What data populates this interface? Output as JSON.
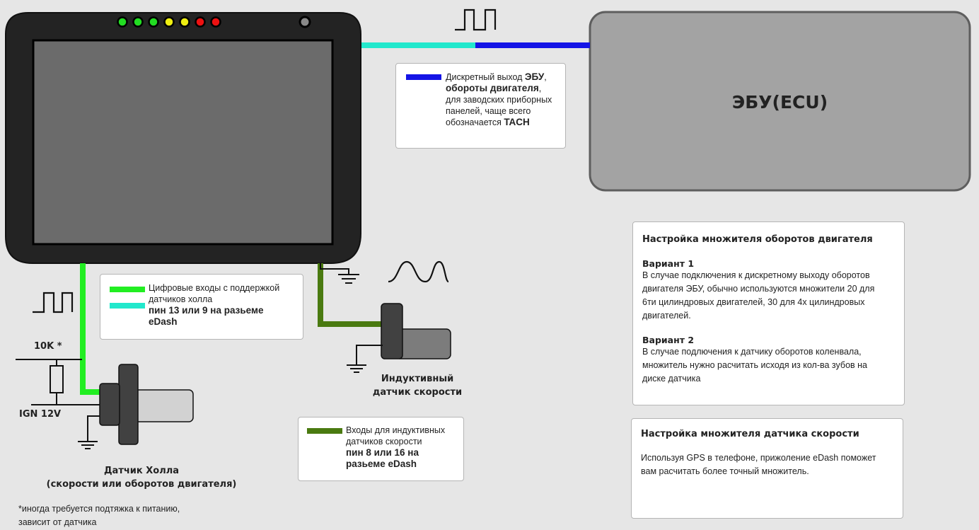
{
  "ecu": {
    "label": "ЭБУ(ECU)"
  },
  "colors": {
    "tach_blue": "#1414e6",
    "hall_green": "#22ee22",
    "hall_cyan": "#22e8cc",
    "inductive_green": "#4a7a10",
    "dash_body": "#232323",
    "ecu_fill": "#a3a3a3"
  },
  "dash_leds": [
    "#22dd22",
    "#22dd22",
    "#22dd22",
    "#eeee11",
    "#eeee11",
    "#ee1111",
    "#ee1111"
  ],
  "tach_legend": {
    "part1": "Дискретный выход ",
    "part2": "ЭБУ",
    "part3": ",",
    "part4": "обороты двигателя",
    "part5": ",",
    "part6": "для заводских приборных",
    "part7": "панелей, чаще всего",
    "part8": "обозначается ",
    "part9": "TACH"
  },
  "hall_legend": {
    "line1": "Цифровые входы с поддержкой",
    "line2": "датчиков холла",
    "line3": "пин 13 или 9 на разьеме",
    "line4": "eDash"
  },
  "inductive_legend": {
    "line1": "Входы для индуктивных",
    "line2": "датчиков скорости",
    "line3": "пин 8 или 16 на",
    "line4": "разьеме eDash"
  },
  "labels": {
    "resistor": "10K *",
    "ign": "IGN 12V",
    "inductive_sensor_1": "Индуктивный",
    "inductive_sensor_2": "датчик скорости",
    "hall_sensor_1": "Датчик Холла",
    "hall_sensor_2": "(скорости или оборотов двигателя)",
    "footnote_1": "*иногда требуется подтяжка к питанию,",
    "footnote_2": "зависит от датчика"
  },
  "rpm_note": {
    "title": "Настройка множителя оборотов двигателя",
    "v1_title": "Вариант 1",
    "v1_l1": "В случае подключения к дискретному выходу оборотов",
    "v1_l2": "двигателя ЭБУ, обычно используются множители 20 для",
    "v1_l3": "6ти цилиндровых двигателей, 30 для 4х цилиндровых",
    "v1_l4": "двигателей.",
    "v2_title": "Вариант 2",
    "v2_l1": "В случае подлючения к датчику оборотов коленвала,",
    "v2_l2": "множитель нужно расчитать исходя из кол-ва зубов на",
    "v2_l3": "диске датчика"
  },
  "speed_note": {
    "title": "Настройка множителя датчика скорости",
    "l1": "Используя GPS в телефоне, прижоление eDash поможет",
    "l2": "вам расчитать более точный множитель."
  }
}
